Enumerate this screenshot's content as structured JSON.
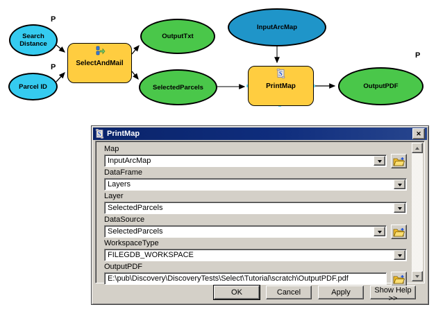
{
  "diagram": {
    "parameter_marker": "P",
    "nodes": [
      {
        "id": "search-distance",
        "label": "Search Distance",
        "kind": "input-variable",
        "color": "#35CBF0",
        "has_p": true
      },
      {
        "id": "parcel-id",
        "label": "Parcel ID",
        "kind": "input-variable",
        "color": "#35CBF0",
        "has_p": true
      },
      {
        "id": "select-and-mail",
        "label": "SelectAndMail",
        "kind": "model-tool",
        "color": "#FFCD40",
        "icon": "model-icon"
      },
      {
        "id": "output-txt",
        "label": "OutputTxt",
        "kind": "derived-data",
        "color": "#4AC74A"
      },
      {
        "id": "selected-parcels",
        "label": "SelectedParcels",
        "kind": "derived-data",
        "color": "#4AC74A"
      },
      {
        "id": "input-arcmap",
        "label": "InputArcMap",
        "kind": "variable",
        "color": "#1F95C9"
      },
      {
        "id": "print-map",
        "label": "PrintMap",
        "kind": "script-tool",
        "color": "#FFCD40",
        "icon": "script-icon"
      },
      {
        "id": "output-pdf",
        "label": "OutputPDF",
        "kind": "derived-data",
        "color": "#4AC74A",
        "has_p": true
      }
    ],
    "connections": [
      {
        "from": "Search Distance",
        "to": "SelectAndMail"
      },
      {
        "from": "Parcel ID",
        "to": "SelectAndMail"
      },
      {
        "from": "SelectAndMail",
        "to": "OutputTxt"
      },
      {
        "from": "SelectAndMail",
        "to": "SelectedParcels"
      },
      {
        "from": "SelectedParcels",
        "to": "PrintMap"
      },
      {
        "from": "InputArcMap",
        "to": "PrintMap"
      },
      {
        "from": "PrintMap",
        "to": "OutputPDF"
      }
    ]
  },
  "dialog": {
    "title": "PrintMap",
    "fields": [
      {
        "label": "Map",
        "value": "InputArcMap",
        "kind": "combo",
        "browse": true
      },
      {
        "label": "DataFrame",
        "value": "Layers",
        "kind": "combo",
        "browse": false
      },
      {
        "label": "Layer",
        "value": "SelectedParcels",
        "kind": "combo",
        "browse": false
      },
      {
        "label": "DataSource",
        "value": "SelectedParcels",
        "kind": "combo",
        "browse": true
      },
      {
        "label": "WorkspaceType",
        "value": "FILEGDB_WORKSPACE",
        "kind": "combo",
        "browse": false
      },
      {
        "label": "OutputPDF",
        "value": "E:\\pub\\Discovery\\DiscoveryTests\\Select\\Tutorial\\scratch\\OutputPDF.pdf",
        "kind": "text",
        "browse": true
      }
    ],
    "buttons": {
      "ok": "OK",
      "cancel": "Cancel",
      "apply": "Apply",
      "help": "Show Help >>"
    }
  },
  "colors": {
    "input_variable": "#35CBF0",
    "map_variable": "#1F95C9",
    "derived_variable": "#4AC74A",
    "tool": "#FFCD40",
    "titlebar": "#0A246A",
    "dialog_face": "#D4D0C8"
  }
}
